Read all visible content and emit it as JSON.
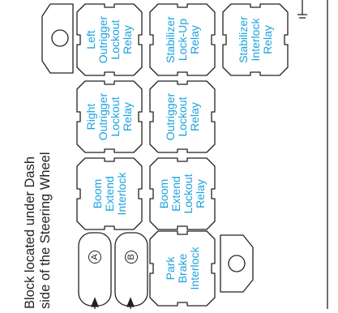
{
  "caption": {
    "line1": "Block located under Dash",
    "line2": "side of the Steering Wheel"
  },
  "relays": [
    {
      "text": "Left\nOutrigger\nLockout\nRelay"
    },
    {
      "text": "Stabilizer\nLock-Up\nRelay"
    },
    {
      "text": "Stabilizer\nInterlock\nRelay"
    },
    {
      "text": "Right\nOutrigger\nLockout\nRelay"
    },
    {
      "text": "Outrigger\nLockout\nRelay"
    },
    {
      "text": "Boom\nExtend\nInterlock"
    },
    {
      "text": "Boom\nExtend\nLockout\nRelay"
    },
    {
      "text": "Park\nBrake\nInterlock"
    }
  ],
  "connectors": [
    {
      "label": "A"
    },
    {
      "label": "B"
    }
  ],
  "colors": {
    "relay_text": "#1aa3dd",
    "outline": "#222222"
  }
}
